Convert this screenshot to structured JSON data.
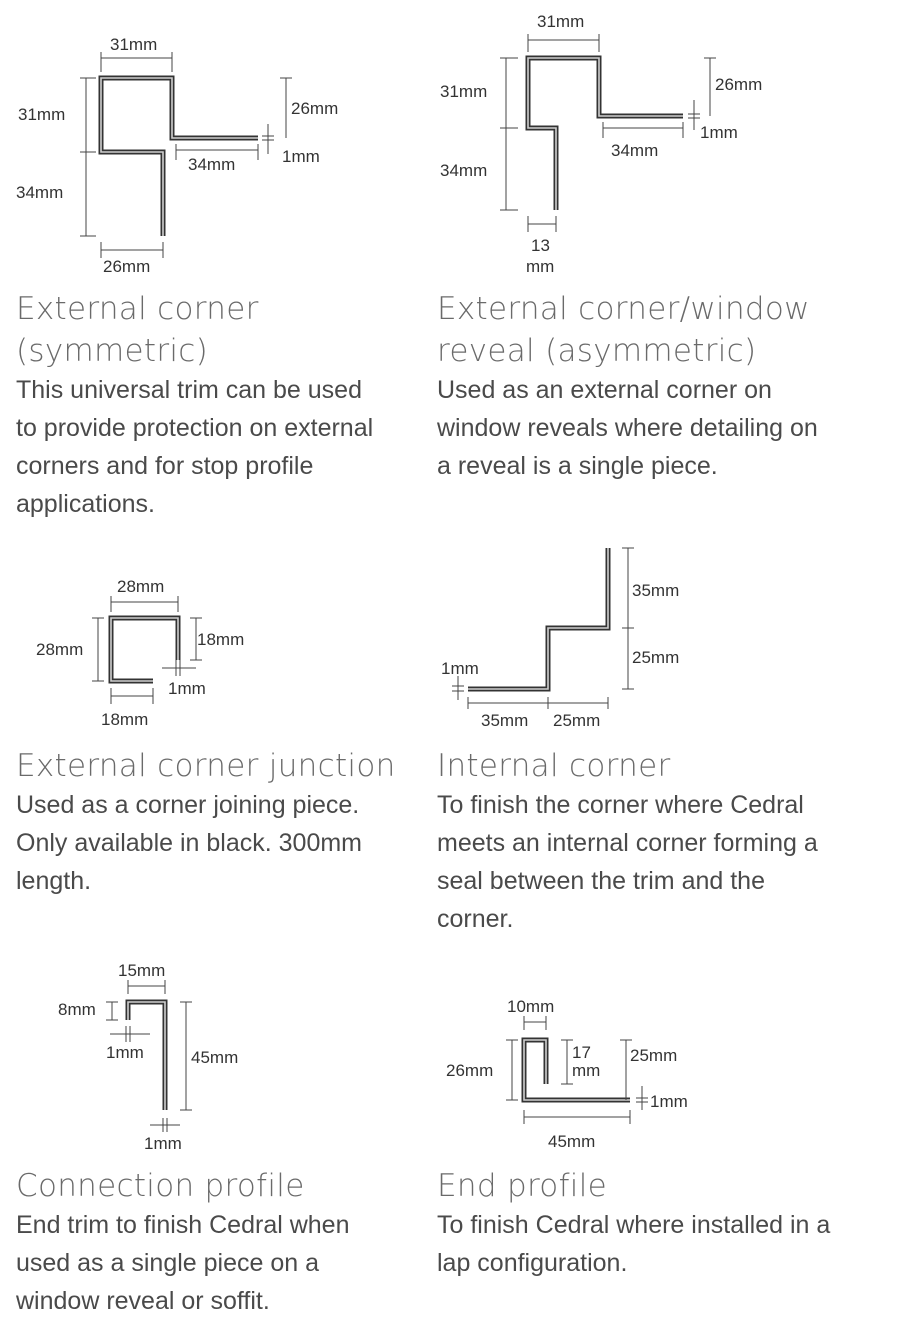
{
  "profiles": [
    {
      "title_line1": "External corner",
      "title_line2": "(symmetric)",
      "description": "This universal trim can be used to provide protection on external corners and for stop profile applications.",
      "dims": {
        "top": "31mm",
        "left_upper": "31mm",
        "left_lower": "34mm",
        "right_height": "26mm",
        "flange": "34mm",
        "thickness": "1mm",
        "bottom": "26mm"
      }
    },
    {
      "title_line1": "External corner/window",
      "title_line2": "reveal (asymmetric)",
      "description": "Used as an external corner on window reveals where detailing on a reveal is a single piece.",
      "dims": {
        "top": "31mm",
        "left_upper": "31mm",
        "left_lower": "34mm",
        "right_height": "26mm",
        "flange": "34mm",
        "thickness": "1mm",
        "bottom_1": "13",
        "bottom_2": "mm"
      }
    },
    {
      "title_line1": "External corner junction",
      "description": "Used as a corner joining piece. Only available in black. 300mm length.",
      "dims": {
        "top": "28mm",
        "left": "28mm",
        "right": "18mm",
        "thickness": "1mm",
        "bottom": "18mm"
      }
    },
    {
      "title_line1": "Internal corner",
      "description": "To finish the corner where Cedral meets an internal corner forming a seal between the trim and the corner.",
      "dims": {
        "upper": "35mm",
        "lower": "25mm",
        "thickness": "1mm",
        "base_1": "35mm",
        "base_2": "25mm"
      }
    },
    {
      "title_line1": "Connection profile",
      "description": "End trim to finish Cedral when used as a single piece on a window reveal or soffit.",
      "dims": {
        "top": "15mm",
        "lip": "8mm",
        "thickness_top": "1mm",
        "height": "45mm",
        "thickness_bottom": "1mm"
      }
    },
    {
      "title_line1": "End profile",
      "description": "To finish Cedral where installed in a lap configuration.",
      "dims": {
        "top": "10mm",
        "left": "26mm",
        "inner_1": "17",
        "inner_2": "mm",
        "right": "25mm",
        "thickness": "1mm",
        "bottom": "45mm"
      }
    }
  ]
}
